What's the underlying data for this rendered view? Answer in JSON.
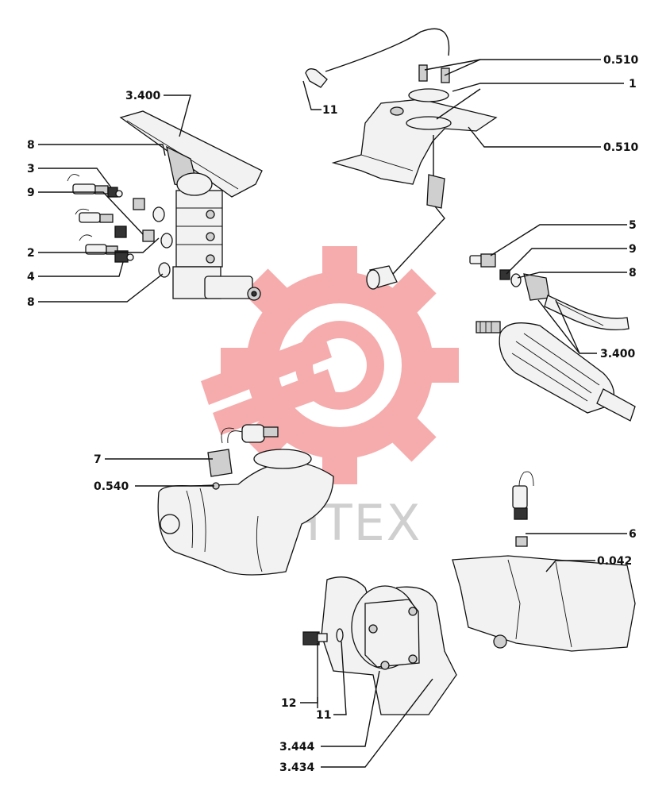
{
  "watermark": {
    "text": "ИНТЕХ",
    "color": "#f06a6a"
  },
  "labels": {
    "l_3400_top": "3.400",
    "l_8_top": "8",
    "l_3": "3",
    "l_9_left": "9",
    "l_2": "2",
    "l_4": "4",
    "l_8_bottom": "8",
    "l_11_top": "11",
    "l_0510_a": "0.510",
    "l_1": "1",
    "l_0510_b": "0.510",
    "l_5": "5",
    "l_9_right": "9",
    "l_8_right": "8",
    "l_3400_right": "3.400",
    "l_7": "7",
    "l_0540": "0.540",
    "l_6": "6",
    "l_0042": "0.042",
    "l_12": "12",
    "l_11_bottom": "11",
    "l_3444": "3.444",
    "l_3434": "3.434"
  }
}
